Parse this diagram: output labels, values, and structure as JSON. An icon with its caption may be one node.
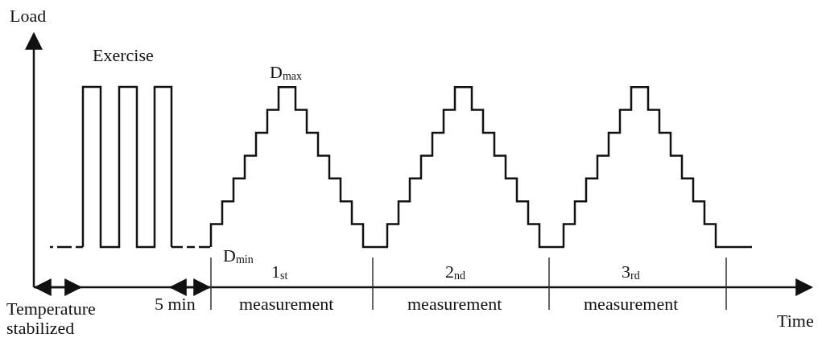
{
  "diagram": {
    "labels": [
      "Load",
      "Exercise",
      "D$_{max}$",
      "D$_{min}$",
      "1$_{st}$",
      "2$_{nd}$",
      "3$_{rd}$",
      "Temperature stabilized",
      "5 min",
      "measurement",
      "measurement",
      "measurement",
      "Time"
    ]
  }
}
